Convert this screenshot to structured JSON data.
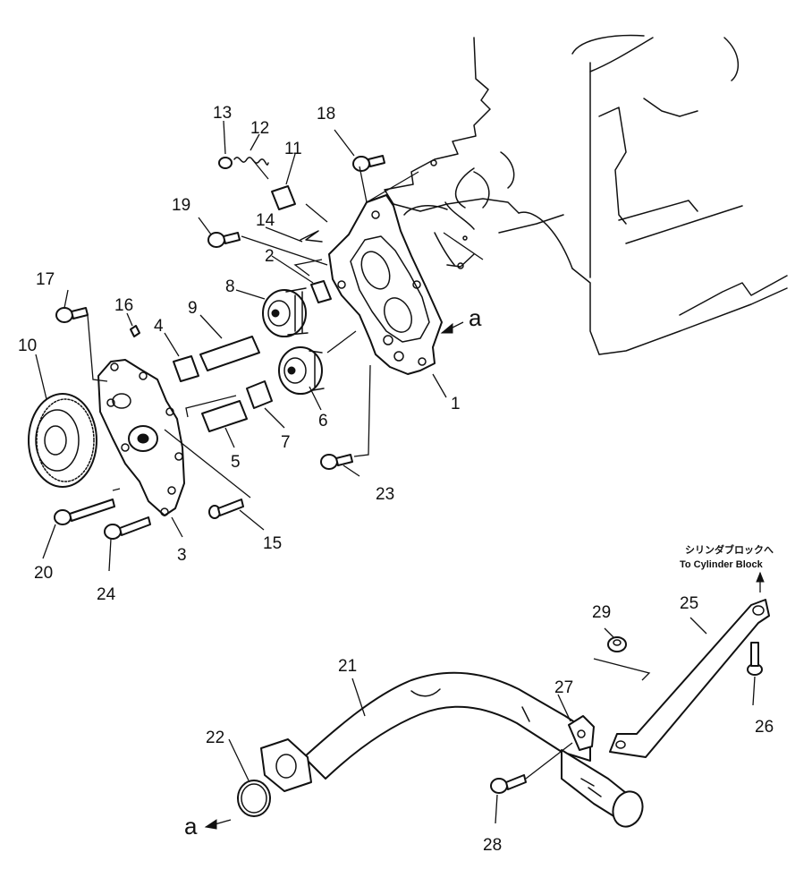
{
  "callouts": [
    "1",
    "2",
    "3",
    "4",
    "5",
    "6",
    "7",
    "8",
    "9",
    "10",
    "11",
    "12",
    "13",
    "14",
    "15",
    "16",
    "17",
    "18",
    "19",
    "20",
    "21",
    "22",
    "23",
    "24",
    "25",
    "26",
    "27",
    "28",
    "29"
  ],
  "view_marker": "a",
  "note": {
    "jp": "シリンダブロックへ",
    "en": "To Cylinder Block"
  }
}
